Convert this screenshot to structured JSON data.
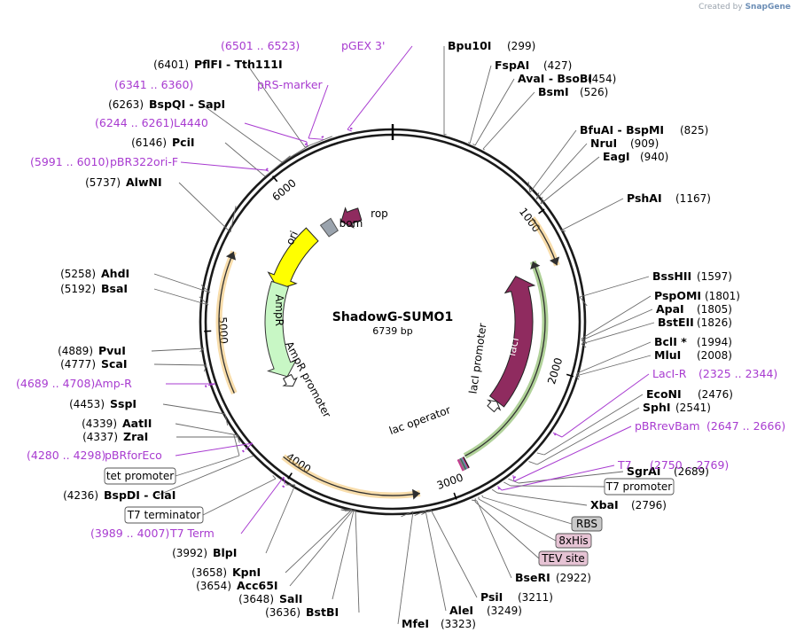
{
  "app": {
    "created_by": "Created by",
    "name": "SnapGene"
  },
  "plasmid": {
    "name": "ShadowG-SUMO1",
    "length": "6739 bp",
    "total_bp": 6739
  },
  "backbone_ticks": [
    "1000",
    "2000",
    "3000",
    "4000",
    "5000",
    "6000"
  ],
  "features": [
    {
      "name": "lacI",
      "start": 1305,
      "end": 2385,
      "strand": "rev",
      "color": "#8f2b5f",
      "label_inside": true
    },
    {
      "name": "lacI promoter",
      "start": 2386,
      "end": 2463,
      "strand": "rev",
      "color": "#ffffff"
    },
    {
      "name": "rop",
      "start": 6230,
      "end": 6420,
      "strand": "rev",
      "color": "#8f2b5f"
    },
    {
      "name": "bom",
      "start": 6050,
      "end": 6160,
      "strand": "none",
      "color": "#9aa3ad"
    },
    {
      "name": "ori",
      "start": 5350,
      "end": 5940,
      "strand": "rev",
      "color": "#ffff00"
    },
    {
      "name": "AmpR",
      "start": 4540,
      "end": 5400,
      "strand": "rev",
      "color": "#c8f7c5"
    },
    {
      "name": "AmpR promoter",
      "start": 4440,
      "end": 4540,
      "strand": "rev",
      "color": "#ffffff"
    },
    {
      "name": "lac operator",
      "start": 2851,
      "end": 2880,
      "strand": "none",
      "color": "#ffffff"
    }
  ],
  "sites": [
    {
      "name": "Bpu10I",
      "pos": "(299)"
    },
    {
      "name": "FspAI",
      "pos": "(427)"
    },
    {
      "name": "AvaI  -  BsoBI",
      "pos": "(454)"
    },
    {
      "name": "BsmI",
      "pos": "(526)"
    },
    {
      "name": "BfuAI  -  BspMI",
      "pos": "(825)"
    },
    {
      "name": "NruI",
      "pos": "(909)"
    },
    {
      "name": "EagI",
      "pos": "(940)"
    },
    {
      "name": "PshAI",
      "pos": "(1167)"
    },
    {
      "name": "BssHII",
      "pos": "(1597)"
    },
    {
      "name": "PspOMI",
      "pos": "(1801)"
    },
    {
      "name": "ApaI",
      "pos": "(1805)"
    },
    {
      "name": "BstEII",
      "pos": "(1826)"
    },
    {
      "name": "BclI *",
      "pos": "(1994)"
    },
    {
      "name": "MluI",
      "pos": "(2008)"
    },
    {
      "name": "EcoNI",
      "pos": "(2476)"
    },
    {
      "name": "SphI",
      "pos": "(2541)"
    },
    {
      "name": "SgrAI",
      "pos": "(2689)"
    },
    {
      "name": "XbaI",
      "pos": "(2796)"
    },
    {
      "name": "BseRI",
      "pos": "(2922)"
    },
    {
      "name": "PsiI",
      "pos": "(3211)"
    },
    {
      "name": "AleI",
      "pos": "(3249)"
    },
    {
      "name": "MfeI",
      "pos": "(3323)"
    },
    {
      "name": "BstBI",
      "pos": "(3636)"
    },
    {
      "name": "SalI",
      "pos": "(3648)"
    },
    {
      "name": "Acc65I",
      "pos": "(3654)"
    },
    {
      "name": "KpnI",
      "pos": "(3658)"
    },
    {
      "name": "BlpI",
      "pos": "(3992)"
    },
    {
      "name": "BspDI  -  ClaI",
      "pos": "(4236)"
    },
    {
      "name": "ZraI",
      "pos": "(4337)"
    },
    {
      "name": "AatII",
      "pos": "(4339)"
    },
    {
      "name": "SspI",
      "pos": "(4453)"
    },
    {
      "name": "ScaI",
      "pos": "(4777)"
    },
    {
      "name": "PvuI",
      "pos": "(4889)"
    },
    {
      "name": "BsaI",
      "pos": "(5192)"
    },
    {
      "name": "AhdI",
      "pos": "(5258)"
    },
    {
      "name": "AlwNI",
      "pos": "(5737)"
    },
    {
      "name": "PciI",
      "pos": "(6146)"
    },
    {
      "name": "BspQI  -  SapI",
      "pos": "(6263)"
    },
    {
      "name": "PflFI  -  Tth111I",
      "pos": "(6401)"
    }
  ],
  "primers": [
    {
      "name": "pGEX 3'",
      "range": "(6501 .. 6523)"
    },
    {
      "name": "pRS-marker",
      "range": "(6341 .. 6360)"
    },
    {
      "name": "L4440",
      "range": "(6244 .. 6261)"
    },
    {
      "name": "pBR322ori-F",
      "range": "(5991 .. 6010)"
    },
    {
      "name": "Amp-R",
      "range": "(4689 .. 4708)"
    },
    {
      "name": "pBRforEco",
      "range": "(4280 .. 4298)"
    },
    {
      "name": "T7 Term",
      "range": "(3989 .. 4007)"
    },
    {
      "name": "LacI-R",
      "range": "(2325 .. 2344)"
    },
    {
      "name": "pBRrevBam",
      "range": "(2647 .. 2666)"
    },
    {
      "name": "T7",
      "range": "(2750 .. 2769)"
    }
  ],
  "boxed_labels": [
    {
      "name": "tet promoter",
      "color": "#ffffff"
    },
    {
      "name": "T7 terminator",
      "color": "#ffffff"
    },
    {
      "name": "T7 promoter",
      "color": "#ffffff"
    },
    {
      "name": "RBS",
      "color": "#c9c9c9"
    },
    {
      "name": "8xHis",
      "color": "#e6c3d4"
    },
    {
      "name": "TEV site",
      "color": "#e6c3d4"
    }
  ],
  "colors": {
    "backbone": "#1a1a1a",
    "primer": "#a83bd0",
    "primer_arrow_green": "#4f9a1c",
    "primer_arrow_orange": "#f0b445",
    "leader": "#6a6a6a"
  }
}
